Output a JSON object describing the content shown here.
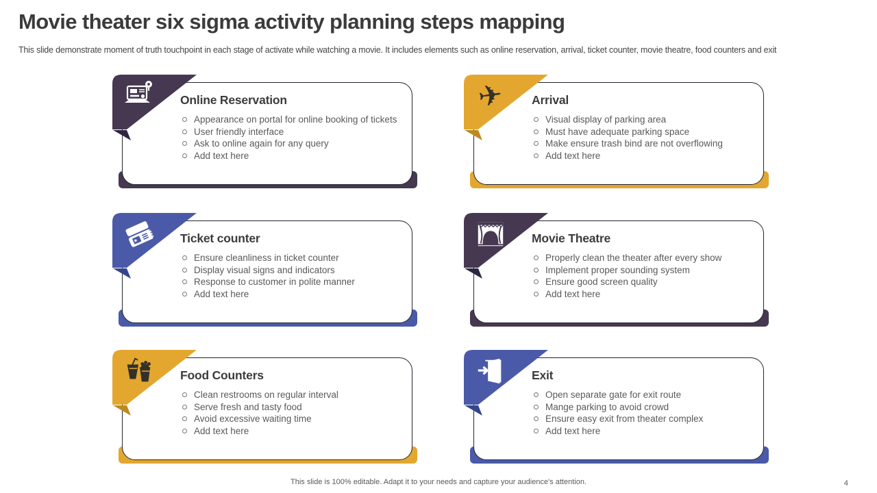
{
  "slide": {
    "title": "Movie theater six sigma activity planning steps mapping",
    "subtitle": "This slide demonstrate moment of truth touchpoint in each stage of activate while watching a movie. It includes elements such as online reservation, arrival, ticket counter, movie theatre, food counters and exit",
    "footer": "This slide is 100% editable. Adapt it to your needs and capture your audience's attention.",
    "page_number": "4"
  },
  "colors": {
    "purple": "#453850",
    "purple_fold": "#2f2540",
    "yellow": "#e3a72f",
    "yellow_fold": "#bc8a1e",
    "blue": "#4a5aa8",
    "blue_fold": "#34458c",
    "card_border": "#23232e",
    "title_text": "#3b3b3b",
    "bullet_text": "#595959",
    "dark_icon": "#33302a"
  },
  "cards": [
    {
      "title": "Online Reservation",
      "theme": "purple",
      "icon": "laptop-booking-icon",
      "bullets": [
        "Appearance on portal for online booking of tickets",
        "User friendly interface",
        "Ask to online again for any query",
        "Add text here"
      ]
    },
    {
      "title": "Arrival",
      "theme": "yellow",
      "icon": "airplane-icon",
      "bullets": [
        "Visual display of parking area",
        "Must have adequate parking space",
        "Make ensure trash bind are not overflowing",
        "Add text here"
      ]
    },
    {
      "title": "Ticket counter",
      "theme": "blue",
      "icon": "tickets-icon",
      "bullets": [
        "Ensure cleanliness in ticket counter",
        "Display visual signs and indicators",
        "Response to customer in polite manner",
        "Add text here"
      ]
    },
    {
      "title": "Movie Theatre",
      "theme": "purple",
      "icon": "theater-stage-icon",
      "bullets": [
        "Properly clean the theater after every show",
        "Implement proper sounding system",
        "Ensure good screen quality",
        "Add text here"
      ]
    },
    {
      "title": "Food Counters",
      "theme": "yellow",
      "icon": "food-icon",
      "bullets": [
        "Clean restrooms on regular interval",
        "Serve fresh and tasty food",
        "Avoid excessive waiting time",
        "Add text here"
      ]
    },
    {
      "title": "Exit",
      "theme": "blue",
      "icon": "exit-door-icon",
      "bullets": [
        "Open separate gate for exit route",
        "Mange parking to avoid crowd",
        "Ensure easy exit from theater complex",
        "Add text here"
      ]
    }
  ]
}
